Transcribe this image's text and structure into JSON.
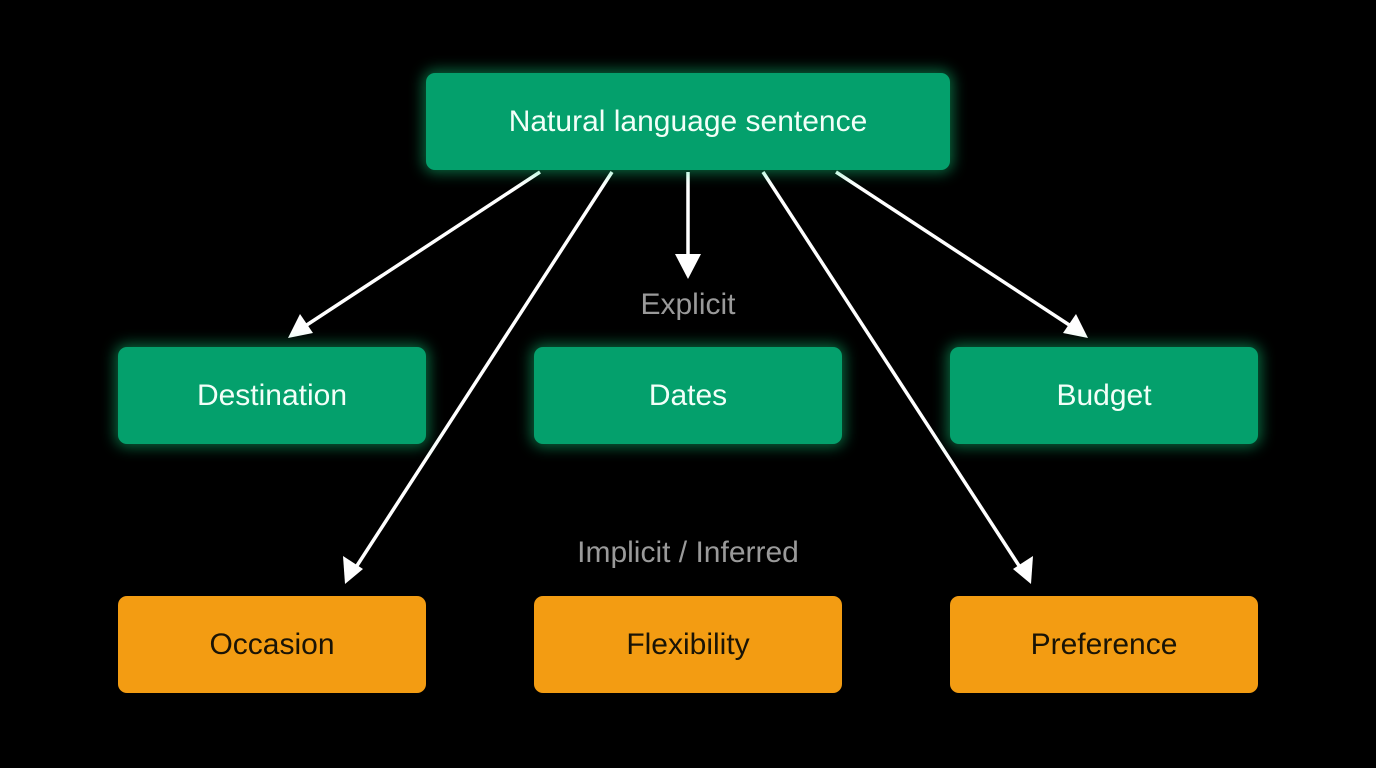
{
  "colors": {
    "background": "#000000",
    "explicit_fill": "#04a06c",
    "implicit_fill": "#f39c12",
    "arrow": "#ffffff",
    "group_label": "#9a9a9a"
  },
  "root": {
    "label": "Natural language sentence"
  },
  "group_labels": {
    "explicit": "Explicit",
    "implicit": "Implicit / Inferred"
  },
  "explicit_nodes": [
    {
      "label": "Destination"
    },
    {
      "label": "Dates"
    },
    {
      "label": "Budget"
    }
  ],
  "implicit_nodes": [
    {
      "label": "Occasion"
    },
    {
      "label": "Flexibility"
    },
    {
      "label": "Preference"
    }
  ],
  "edges": [
    {
      "from": "Natural language sentence",
      "to": "Destination"
    },
    {
      "from": "Natural language sentence",
      "to": "Dates"
    },
    {
      "from": "Natural language sentence",
      "to": "Budget"
    },
    {
      "from": "Natural language sentence",
      "to": "Occasion"
    },
    {
      "from": "Natural language sentence",
      "to": "Preference"
    }
  ]
}
